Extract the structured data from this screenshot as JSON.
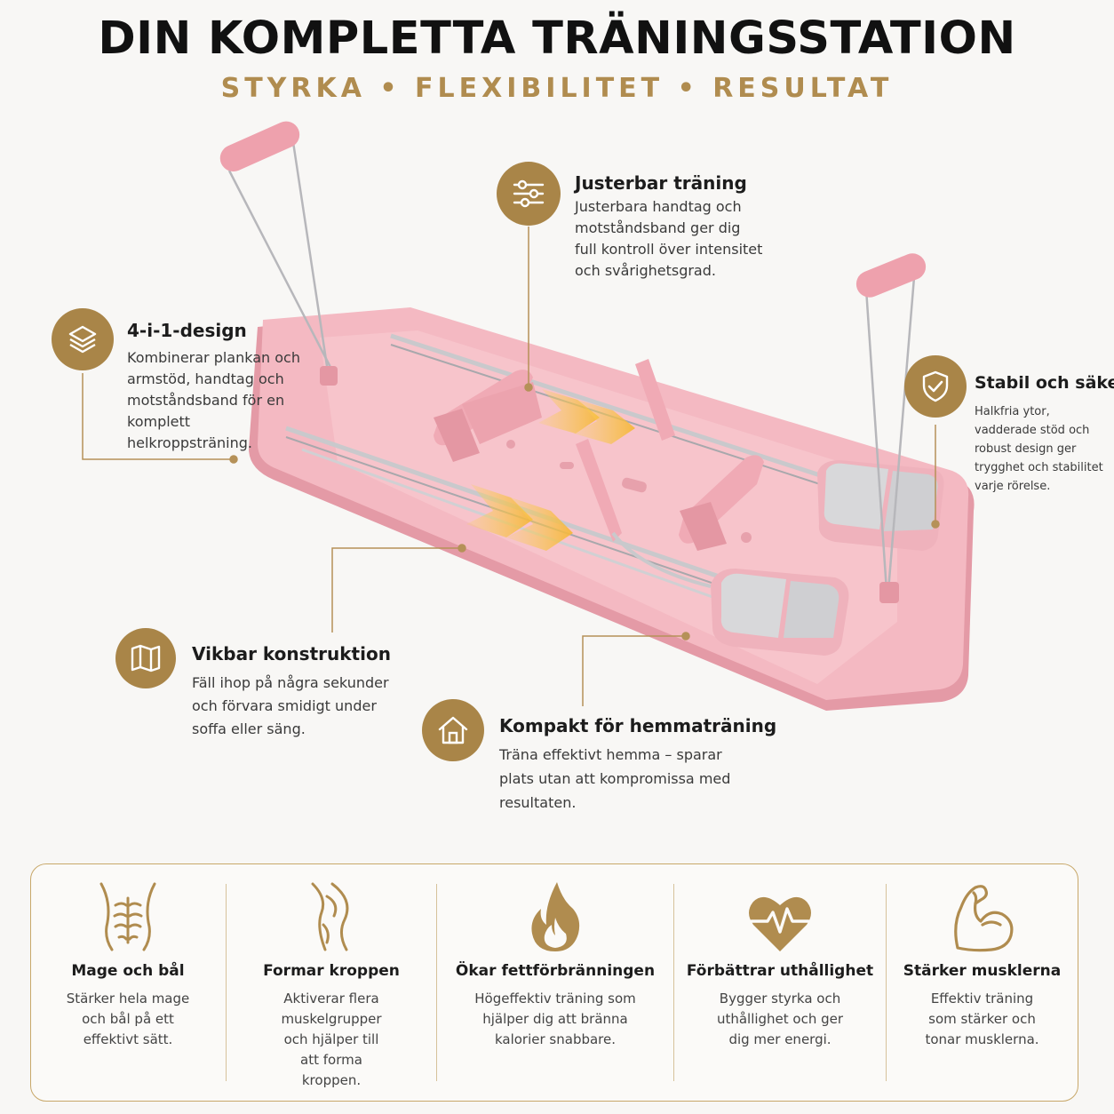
{
  "header": {
    "title": "DIN KOMPLETTA TRÄNINGSSTATION",
    "subtitle": "STYRKA • FLEXIBILITET • RESULTAT"
  },
  "colors": {
    "gold": "#a98548",
    "product_pink": "#f2b7c0",
    "background": "#f8f7f5"
  },
  "features": [
    {
      "icon": "layers-icon",
      "title": "4-i-1-design",
      "body": "Kombinerar plankan och armstöd, handtag och motståndsband för en komplett helkroppsträning."
    },
    {
      "icon": "sliders-icon",
      "title": "Justerbar träning",
      "body": "Justerbara handtag och motståndsband ger dig full kontroll över intensitet och svårighetsgrad."
    },
    {
      "icon": "shield-check-icon",
      "title": "Stabil och säker",
      "body": "Halkfria ytor, vadderade stöd och robust design ger trygghet och stabilitet varje rörelse."
    },
    {
      "icon": "folding-map-icon",
      "title": "Vikbar konstruktion",
      "body": "Fäll ihop på några sekunder och förvara smidigt under soffa eller säng."
    },
    {
      "icon": "house-icon",
      "title": "Kompakt för hemmaträning",
      "body": "Träna effektivt hemma – sparar plats utan att kompromissa med resultaten."
    }
  ],
  "benefits": [
    {
      "icon": "abs-icon",
      "title": "Mage och bål",
      "body": "Stärker hela mage och bål på ett effektivt sätt."
    },
    {
      "icon": "body-curve-icon",
      "title": "Formar kroppen",
      "body": "Aktiverar flera muskelgrupper och hjälper till att forma kroppen."
    },
    {
      "icon": "flame-icon",
      "title": "Ökar fettförbränningen",
      "body": "Högeffektiv träning som hjälper dig att bränna kalorier snabbare."
    },
    {
      "icon": "heart-pulse-icon",
      "title": "Förbättrar uthållighet",
      "body": "Bygger styrka och uthållighet och ger dig mer energi."
    },
    {
      "icon": "bicep-icon",
      "title": "Stärker musklerna",
      "body": "Effektiv träning som stärker och tonar musklerna."
    }
  ]
}
